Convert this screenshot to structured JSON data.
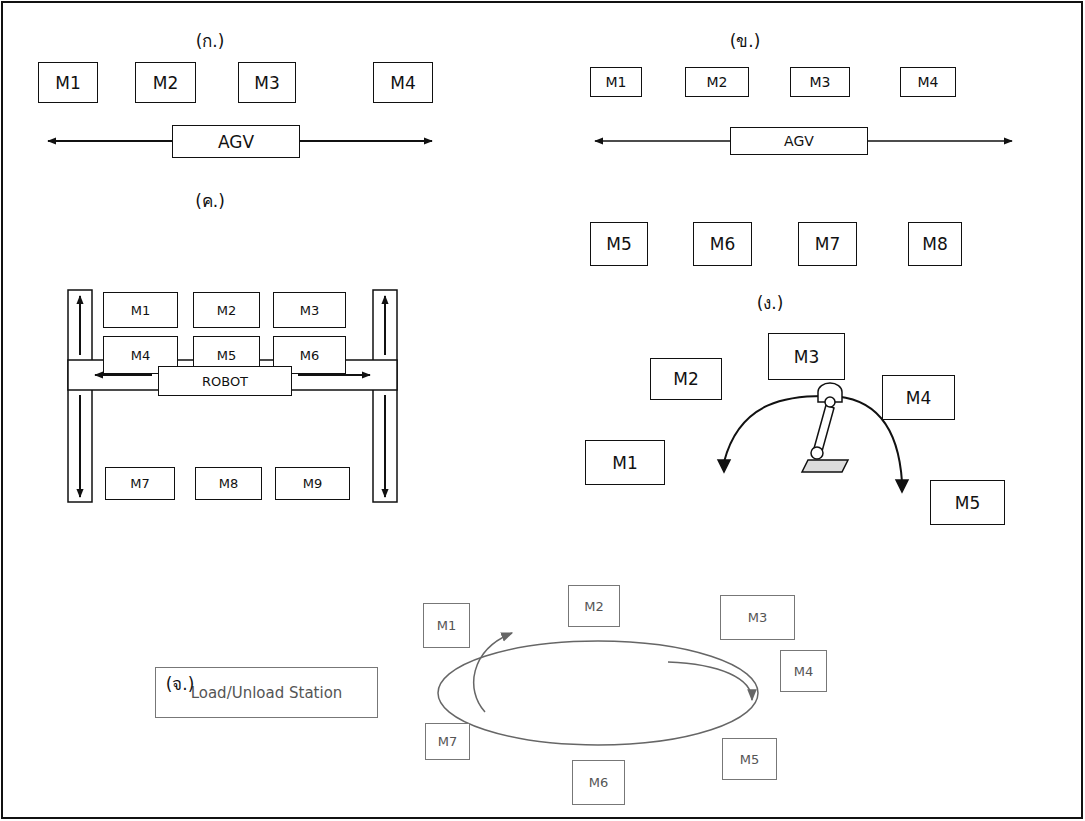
{
  "diagram": {
    "nodes": [
      {
        "text": [
          "M1"
        ]
      },
      {
        "text": [
          "M2"
        ]
      },
      {
        "text": [
          "M3"
        ]
      },
      {
        "text": [
          "M4"
        ]
      },
      {
        "text": [
          "AGV"
        ]
      },
      {
        "text": [
          "M1"
        ]
      },
      {
        "text": [
          "M2"
        ]
      },
      {
        "text": [
          "M3"
        ]
      },
      {
        "text": [
          "M4"
        ]
      },
      {
        "text": [
          "AGV"
        ]
      },
      {
        "text": [
          "M5"
        ]
      },
      {
        "text": [
          "M6"
        ]
      },
      {
        "text": [
          "M7"
        ]
      },
      {
        "text": [
          "M8"
        ]
      },
      {
        "text": [
          "M1"
        ]
      },
      {
        "text": [
          "M2"
        ]
      },
      {
        "text": [
          "M3"
        ]
      },
      {
        "text": [
          "M4"
        ]
      },
      {
        "text": [
          "M5"
        ]
      },
      {
        "text": [
          "M6"
        ]
      },
      {
        "text": [
          "ROBOT"
        ]
      },
      {
        "text": [
          "M7"
        ]
      },
      {
        "text": [
          "M8"
        ]
      },
      {
        "text": [
          "M9"
        ]
      },
      {
        "text": [
          "M3"
        ]
      },
      {
        "text": [
          "M2"
        ]
      },
      {
        "text": [
          "M4"
        ]
      },
      {
        "text": [
          "M1"
        ]
      },
      {
        "text": [
          "M5"
        ]
      },
      {
        "text": [
          "Load/Unload Station"
        ]
      },
      {
        "text": [
          "M1"
        ]
      },
      {
        "text": [
          "M2"
        ]
      },
      {
        "text": [
          "M3"
        ]
      },
      {
        "text": [
          "M4"
        ]
      },
      {
        "text": [
          "M7"
        ]
      },
      {
        "text": [
          "M5"
        ]
      },
      {
        "text": [
          "M6"
        ]
      }
    ],
    "labels": [
      "(ก.)",
      "(ข.)",
      "(ค.)",
      "(ง.)",
      "(จ.)"
    ]
  }
}
